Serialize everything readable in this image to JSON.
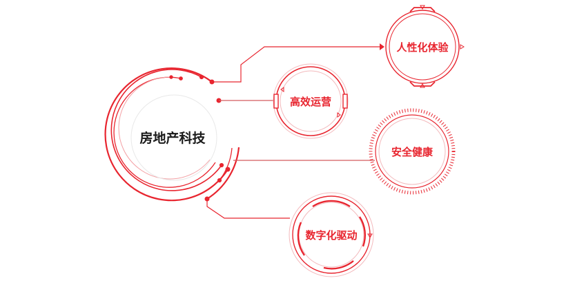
{
  "center": {
    "label": "房地产科技"
  },
  "nodes": [
    {
      "id": "experience",
      "label": "人性化体验"
    },
    {
      "id": "operation",
      "label": "高效运营"
    },
    {
      "id": "safety",
      "label": "安全健康"
    },
    {
      "id": "digital",
      "label": "数字化驱动"
    }
  ],
  "colors": {
    "accent": "#e8252f",
    "accent_light": "#f3a0a4",
    "text_dark": "#1a1a1a"
  }
}
